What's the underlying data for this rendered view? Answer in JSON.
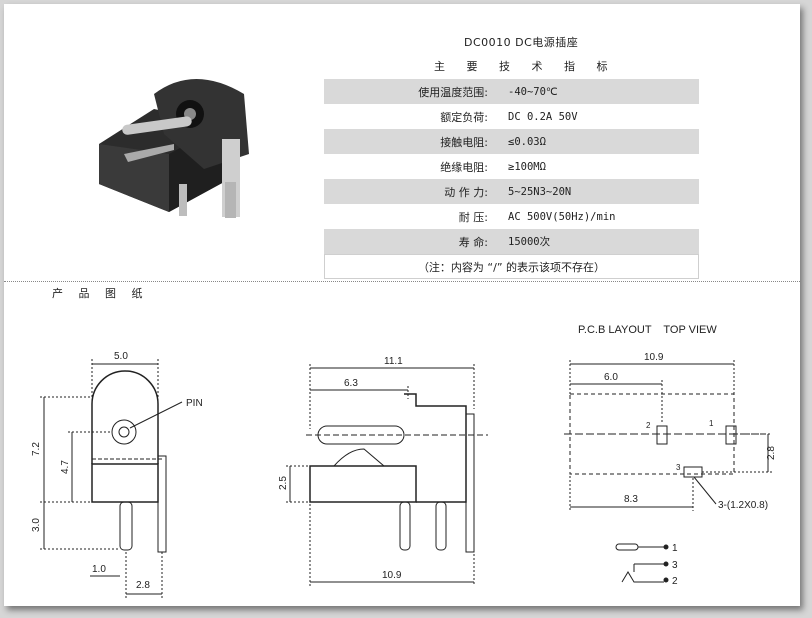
{
  "header": {
    "title": "DC0010 DC电源插座",
    "subtitle": "主 要 技 术 指 标"
  },
  "specs": [
    {
      "label": "使用温度范围:",
      "value": "-40~70℃"
    },
    {
      "label": "额定负荷:",
      "value": "DC 0.2A 50V"
    },
    {
      "label": "接触电阻:",
      "value": "≤0.03Ω"
    },
    {
      "label": "绝缘电阻:",
      "value": "≥100MΩ"
    },
    {
      "label": "动 作 力:",
      "value": "5~25N3~20N"
    },
    {
      "label": "耐 压:",
      "value": "AC 500V(50Hz)/min"
    },
    {
      "label": "寿 命:",
      "value": "15000次"
    }
  ],
  "note": "（注：内容为 “/” 的表示该项不存在）",
  "section_title": "产 品 图 纸",
  "pcb_title": "P.C.B LAYOUT    TOP VIEW",
  "front_view": {
    "width": "5.0",
    "pin_label": "PIN",
    "height": "7.2",
    "center": "4.7",
    "leg": "3.0",
    "offset": "1.0",
    "spacing": "2.8"
  },
  "side_view": {
    "total": "11.1",
    "pin": "6.3",
    "height": "2.5",
    "base": "10.9"
  },
  "pcb_layout": {
    "width": "10.9",
    "hole": "6.0",
    "bottom": "8.3",
    "right": "2.8",
    "holes": "3-(1.2X0.8)",
    "pin1": "1",
    "pin2": "2",
    "pin3": "3"
  },
  "legend": {
    "item1": "1",
    "item3": "3",
    "item2": "2"
  }
}
